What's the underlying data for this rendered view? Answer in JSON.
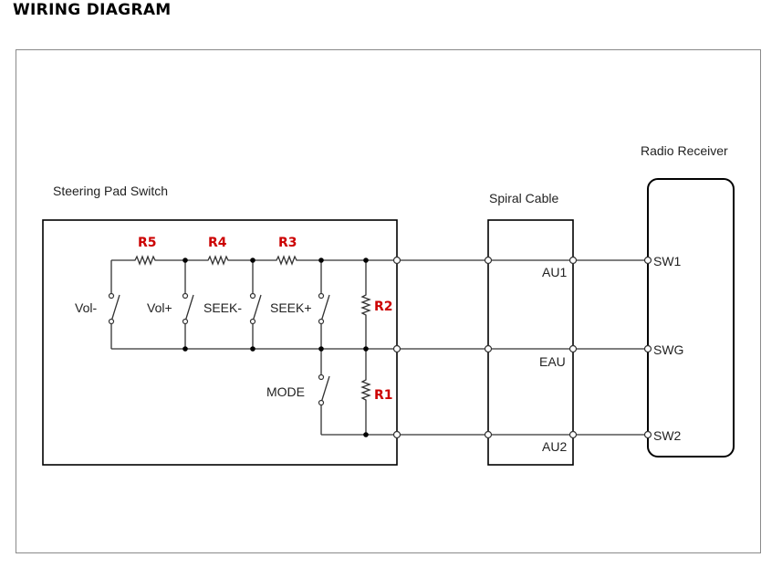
{
  "title": "WIRING DIAGRAM",
  "accent_color": "#cc0000",
  "components": {
    "steering_pad_switch": "Steering Pad Switch",
    "spiral_cable": "Spiral Cable",
    "radio_receiver": "Radio Receiver"
  },
  "resistors": {
    "r1": "R1",
    "r2": "R2",
    "r3": "R3",
    "r4": "R4",
    "r5": "R5"
  },
  "switches": {
    "vol_minus": "Vol-",
    "vol_plus": "Vol+",
    "seek_minus": "SEEK-",
    "seek_plus": "SEEK+",
    "mode": "MODE"
  },
  "spiral_terminals": {
    "au1": "AU1",
    "eau": "EAU",
    "au2": "AU2"
  },
  "receiver_terminals": {
    "sw1": "SW1",
    "swg": "SWG",
    "sw2": "SW2"
  }
}
